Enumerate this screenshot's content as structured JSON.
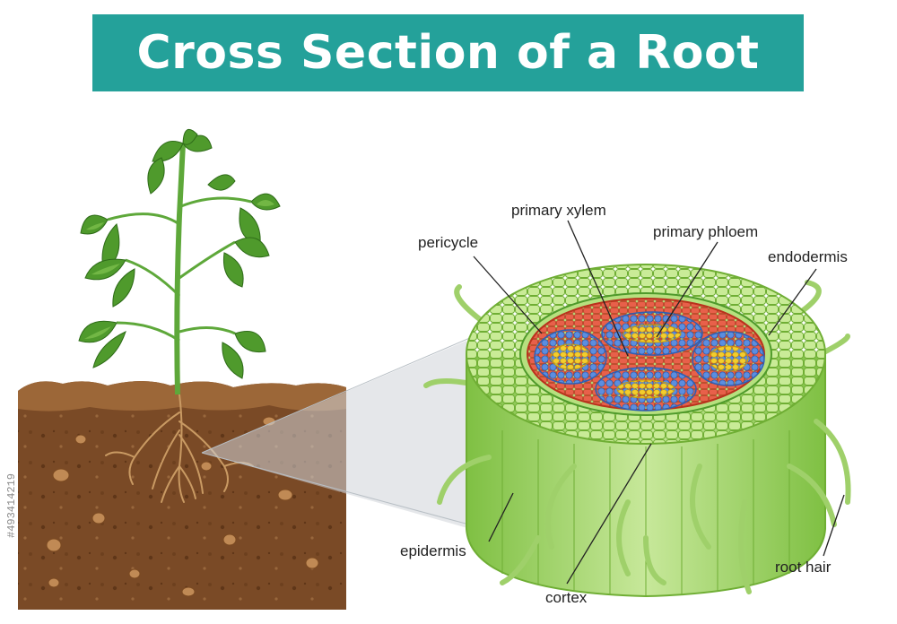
{
  "title": "Cross Section of a Root",
  "labels": {
    "primary_xylem": "primary xylem",
    "pericycle": "pericycle",
    "primary_phloem": "primary phloem",
    "endodermis": "endodermis",
    "epidermis": "epidermis",
    "cortex": "cortex",
    "root_hair": "root hair"
  },
  "side_id": "#493414219",
  "colors": {
    "title_bg": "#24a19a",
    "soil": "#7a4a26",
    "leaf": "#4f9a2c",
    "cortex": "#9fd06a",
    "pericycle": "#e5543a",
    "phloem_ring": "#4e7fd0",
    "xylem_core": "#f1c21c"
  }
}
